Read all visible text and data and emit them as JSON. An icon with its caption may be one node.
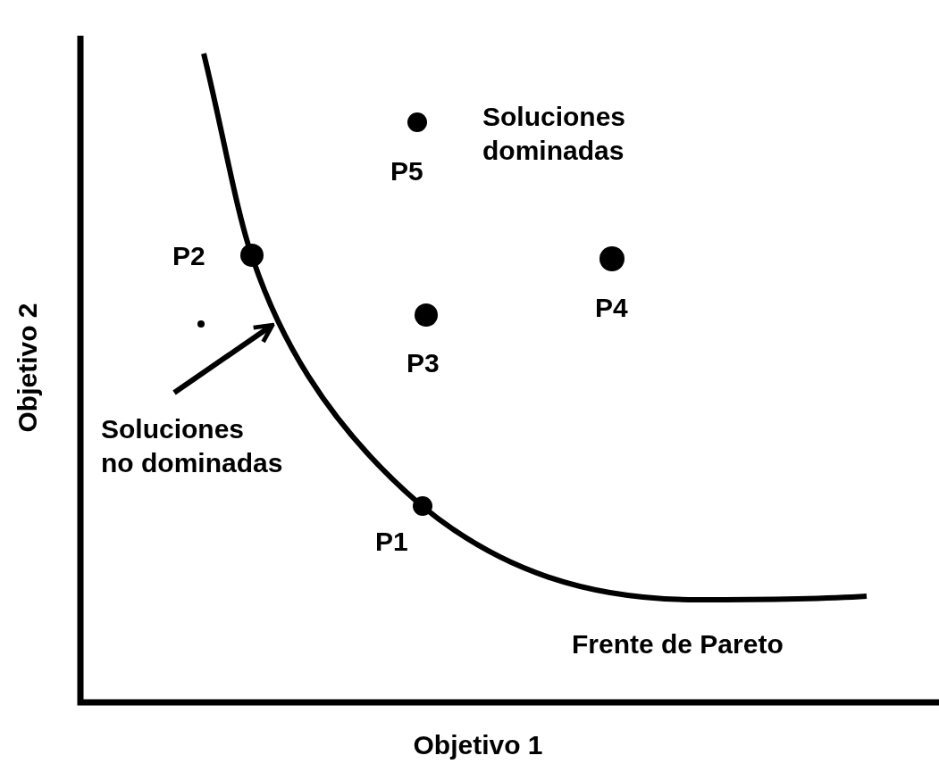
{
  "diagram": {
    "nodes": [
      {
        "text": [
          "Soluciones no dominadas"
        ]
      },
      {
        "text": [],
        "shape": "curve"
      }
    ],
    "edges": [
      {
        "from": 0,
        "to": 1,
        "arrow": "to"
      }
    ],
    "labels": [
      "Soluciones dominadas",
      "P5",
      "P2",
      "P4",
      "P3",
      "P1",
      "Frente de Pareto",
      "Objetivo 2",
      "Objetivo 1"
    ]
  }
}
